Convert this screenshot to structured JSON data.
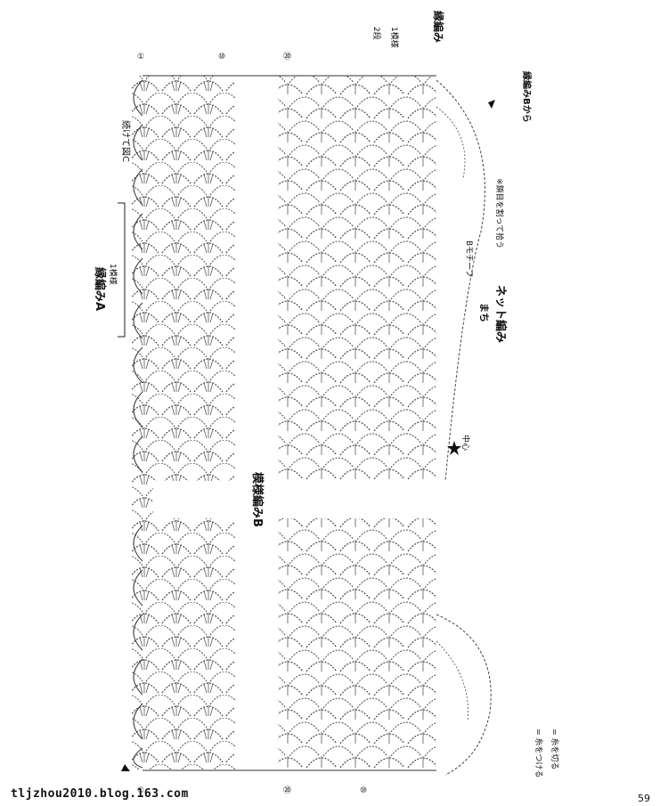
{
  "labels": {
    "edge_a": "縁編みA",
    "edge_a_repeat": "1模様",
    "pattern_b": "模様編みB",
    "connect_c": "続けて図C",
    "net_stitch_top": "まち",
    "net_stitch": "ネット編み",
    "bead_tape": "Bモチーフ",
    "split_stitch": "※鎖目を割って拾う",
    "center": "中心",
    "edge_b_from": "縁編みBから",
    "edge_small": "縁編み",
    "two_rows": "2段",
    "one_pattern": "1模様",
    "legend_attach": "= 糸をつける",
    "legend_cut": "= 糸を切る"
  },
  "row_numbers": [
    "①",
    "⑩",
    "⑳",
    "⑳",
    "⑩",
    "①"
  ],
  "watermark": "tljzhou2010.blog.163.com",
  "page_number": "59"
}
